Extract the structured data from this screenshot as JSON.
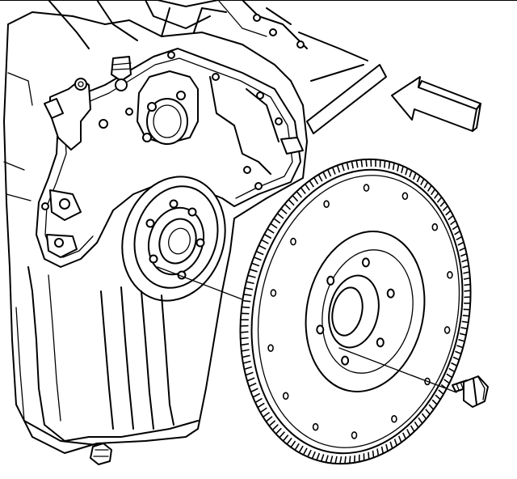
{
  "diagram": {
    "teeth_count": 150,
    "flywheel_bolt_holes": 6,
    "outer_rim_holes": 14,
    "colors": {
      "line": "#000000",
      "background": "#ffffff"
    },
    "icons": [
      "arrow-icon",
      "bolt-icon"
    ]
  }
}
